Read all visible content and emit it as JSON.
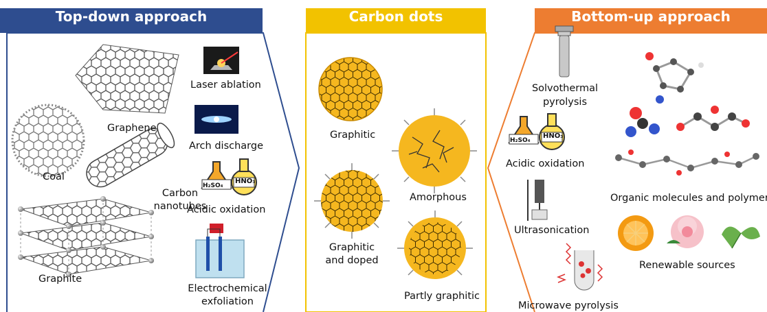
{
  "sections": {
    "top_down": {
      "title": "Top-down approach",
      "color": "#2E4D8F",
      "materials": {
        "graphene": "Graphene",
        "coal": "Coal",
        "carbon_nanotubes_line1": "Carbon",
        "carbon_nanotubes_line2": "nanotubes",
        "graphite": "Graphite"
      },
      "methods": {
        "laser_ablation": "Laser ablation",
        "arch_discharge": "Arch discharge",
        "acidic_oxidation": "Acidic oxidation",
        "electrochemical_line1": "Electrochemical",
        "electrochemical_line2": "exfoliation"
      }
    },
    "carbon_dots": {
      "title": "Carbon dots",
      "color": "#F2C200",
      "types": {
        "graphitic": "Graphitic",
        "amorphous": "Amorphous",
        "graphitic_doped_line1": "Graphitic",
        "graphitic_doped_line2": "and doped",
        "partly_graphitic": "Partly graphitic"
      }
    },
    "bottom_up": {
      "title": "Bottom-up approach",
      "color": "#ED7D31",
      "methods": {
        "solvothermal_line1": "Solvothermal",
        "solvothermal_line2": "pyrolysis",
        "acidic_oxidation": "Acidic oxidation",
        "ultrasonication": "Ultrasonication",
        "microwave_pyrolysis": "Microwave pyrolysis"
      },
      "sources": {
        "organic": "Organic molecules and polymers",
        "renewable": "Renewable sources"
      }
    }
  },
  "flask_labels": {
    "h2so4": "H₂SO₄",
    "hno3": "HNO₃"
  }
}
